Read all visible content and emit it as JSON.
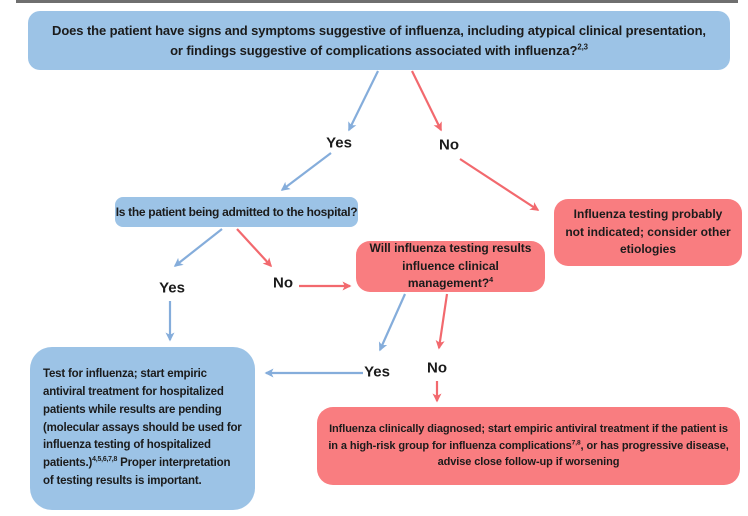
{
  "colors": {
    "box_blue": "#9cc3e6",
    "box_red": "#f97d80",
    "arrow_blue": "#85addb",
    "arrow_red": "#f2696e",
    "text_color": "#1b1b1b",
    "edge_color": "#6f6f6f"
  },
  "boxes": {
    "q_symptoms": {
      "text": "Does the patient have signs and symptoms suggestive of influenza, including atypical clinical presentation, or findings suggestive of complications associated with influenza?",
      "sup": "2,3"
    },
    "q_admitted": {
      "text": "Is the patient being admitted to the hospital?"
    },
    "not_indicated": {
      "text": "Influenza testing probably not indicated; consider other etiologies"
    },
    "q_management": {
      "text": "Will influenza testing results influence clinical management?",
      "sup": "4"
    },
    "test_influenza": {
      "text1": "Test for influenza; start empiric antiviral treatment for hospitalized patients while results are pending (molecular assays should be used for influenza testing of hospitalized patients.)",
      "sup": "4,5,6,7,8",
      "text2": " Proper interpretation of testing results is important."
    },
    "clinical_diagnosis": {
      "text1": "Influenza clinically diagnosed; start empiric antiviral treatment if the patient is in a high-risk group for influenza complications",
      "sup": "7,8",
      "text2": ", or has progressive disease, advise close follow-up if worsening"
    }
  },
  "labels": {
    "decision1": {
      "yes": "Yes",
      "no": "No"
    },
    "decision2": {
      "yes": "Yes",
      "no": "No"
    },
    "decision3": {
      "yes": "Yes",
      "no": "No"
    }
  }
}
